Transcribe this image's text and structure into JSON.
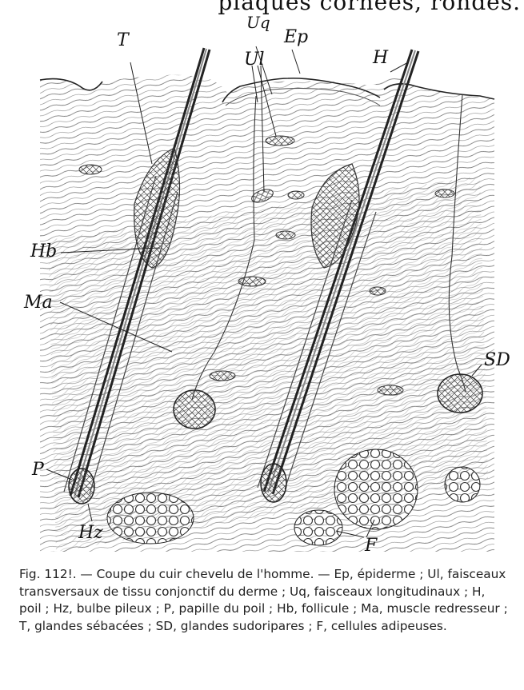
{
  "top_text": "plaques cornées, rondes.",
  "figure": {
    "labels": {
      "T": "T",
      "Uq": "Uq",
      "Ep": "Ep",
      "Ul": "Ul",
      "H": "H",
      "Hb": "Hb",
      "Ma": "Ma",
      "SD": "SD",
      "P": "P",
      "Hz": "Hz",
      "F": "F"
    }
  },
  "caption": {
    "prefix": "Fig. 112!. — ",
    "text": "Coupe du cuir chevelu de l'homme. — Ep, épiderme ; Ul, faisceaux transversaux de tissu conjonctif du derme ; Uq, faisceaux longitudinaux ; H, poil ; Hz, bulbe pileux ; P, papille du poil ; Hb, follicule ; Ma, muscle redresseur ; T, glandes sébacées ; SD, glandes sudoripares ; F, cellules adipeuses."
  }
}
